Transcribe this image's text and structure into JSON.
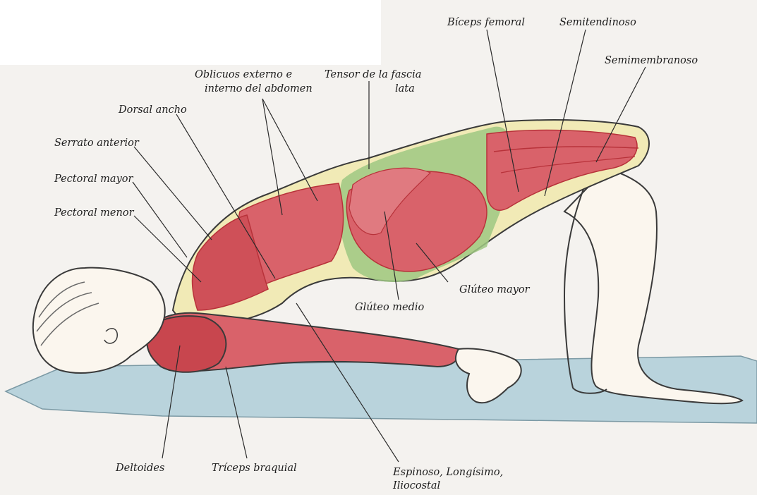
{
  "labels": {
    "biceps_femoral": "Bíceps femoral",
    "semitendinoso": "Semitendinoso",
    "semimembranoso": "Semimembranoso",
    "oblicuos_1": "Oblicuos externo e",
    "oblicuos_2": "interno del abdomen",
    "tensor_1": "Tensor de la fascia",
    "tensor_2": "lata",
    "dorsal_ancho": "Dorsal ancho",
    "serrato_anterior": "Serrato anterior",
    "pectoral_mayor": "Pectoral mayor",
    "pectoral_menor": "Pectoral menor",
    "gluteo_mayor": "Glúteo mayor",
    "gluteo_medio": "Glúteo medio",
    "deltoides": "Deltoides",
    "triceps_braquial": "Tríceps braquial",
    "espinoso_1": "Espinoso, Longísimo,",
    "espinoso_2": "Iliocostal"
  },
  "colors": {
    "muscle": "#d9626a",
    "muscle_dark": "#b8323a",
    "skin": "#fbf6ee",
    "green": "#9fc882",
    "cream": "#f1eab6",
    "mat": "#b9d3dc",
    "outline": "#3a3a3a"
  }
}
